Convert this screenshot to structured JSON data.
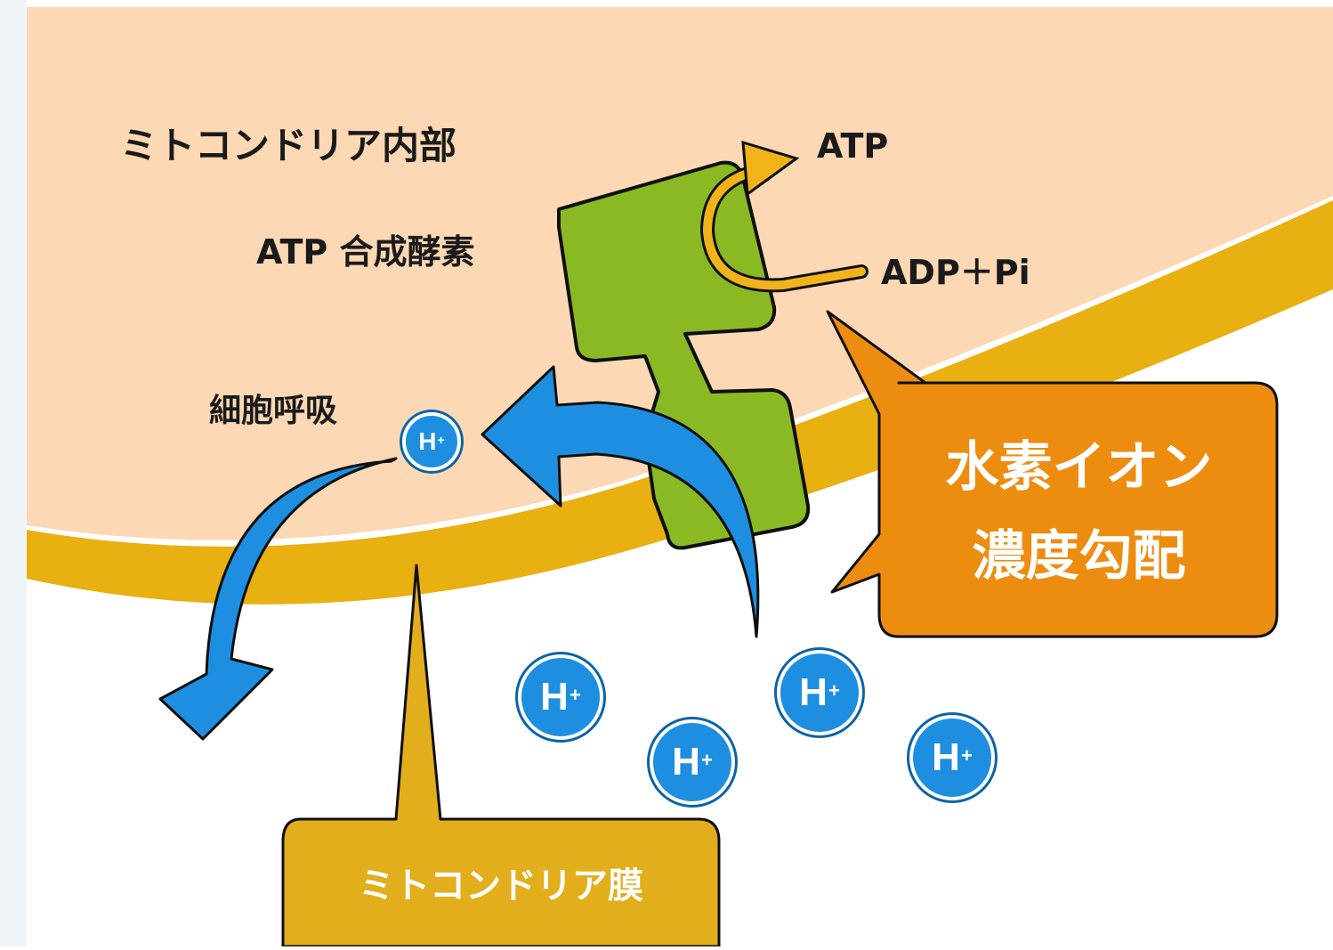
{
  "labels": {
    "inside": "ミトコンドリア内部",
    "atp_synthase": "ATP 合成酵素",
    "atp": "ATP",
    "adp_pi": "ADP＋Pi",
    "respiration": "細胞呼吸"
  },
  "callouts": {
    "gradient_line1": "水素イオン",
    "gradient_line2": "濃度勾配",
    "membrane": "ミトコンドリア膜"
  },
  "ion": {
    "base": "H",
    "charge": "+"
  },
  "colors": {
    "matrix": "#fcd8b4",
    "membrane": "#e9b012",
    "synthase": "#8ab924",
    "arrow": "#1e8fe0",
    "gradient_box": "#ed8d10",
    "membrane_box": "#e2ae1c"
  }
}
